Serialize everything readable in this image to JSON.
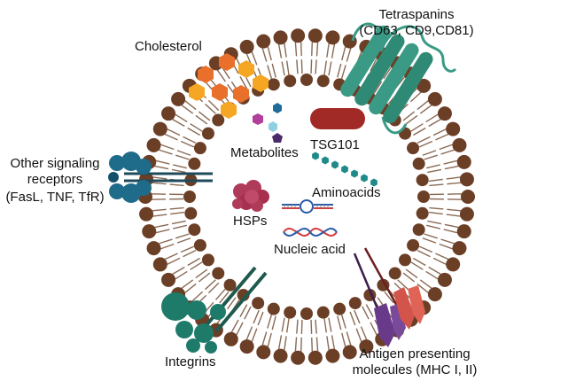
{
  "labels": {
    "cholesterol": "Cholesterol",
    "tetraspanins_line1": "Tetraspanins",
    "tetraspanins_line2": "(CD63, CD9,CD81)",
    "metabolites": "Metabolites",
    "tsg101": "TSG101",
    "other_receptors_line1": "Other signaling",
    "other_receptors_line2": "receptors",
    "other_receptors_line3": "(FasL, TNF, TfR)",
    "aminoacids": "Aminoacids",
    "hsps": "HSPs",
    "nucleic_acid": "Nucleic acid",
    "integrins": "Integrins",
    "antigen_line1": "Antigen presenting",
    "antigen_line2": "molecules (MHC I, II)"
  },
  "colors": {
    "lipid_head": "#6b3e26",
    "lipid_tail": "#8a6a55",
    "cholesterol_orange": "#e8702a",
    "cholesterol_yellow": "#f5a623",
    "tetraspanin": "#3a9a85",
    "tsg101": "#a12a26",
    "receptor": "#1f6b8a",
    "hsp": "#b03a5a",
    "aminoacid": "#1f8a8a",
    "integrin": "#1e7b6a",
    "mhc_purple": "#6a3a8a",
    "mhc_red": "#d2544a",
    "dna_red": "#d23c3c",
    "dna_blue": "#2a5aa8"
  }
}
